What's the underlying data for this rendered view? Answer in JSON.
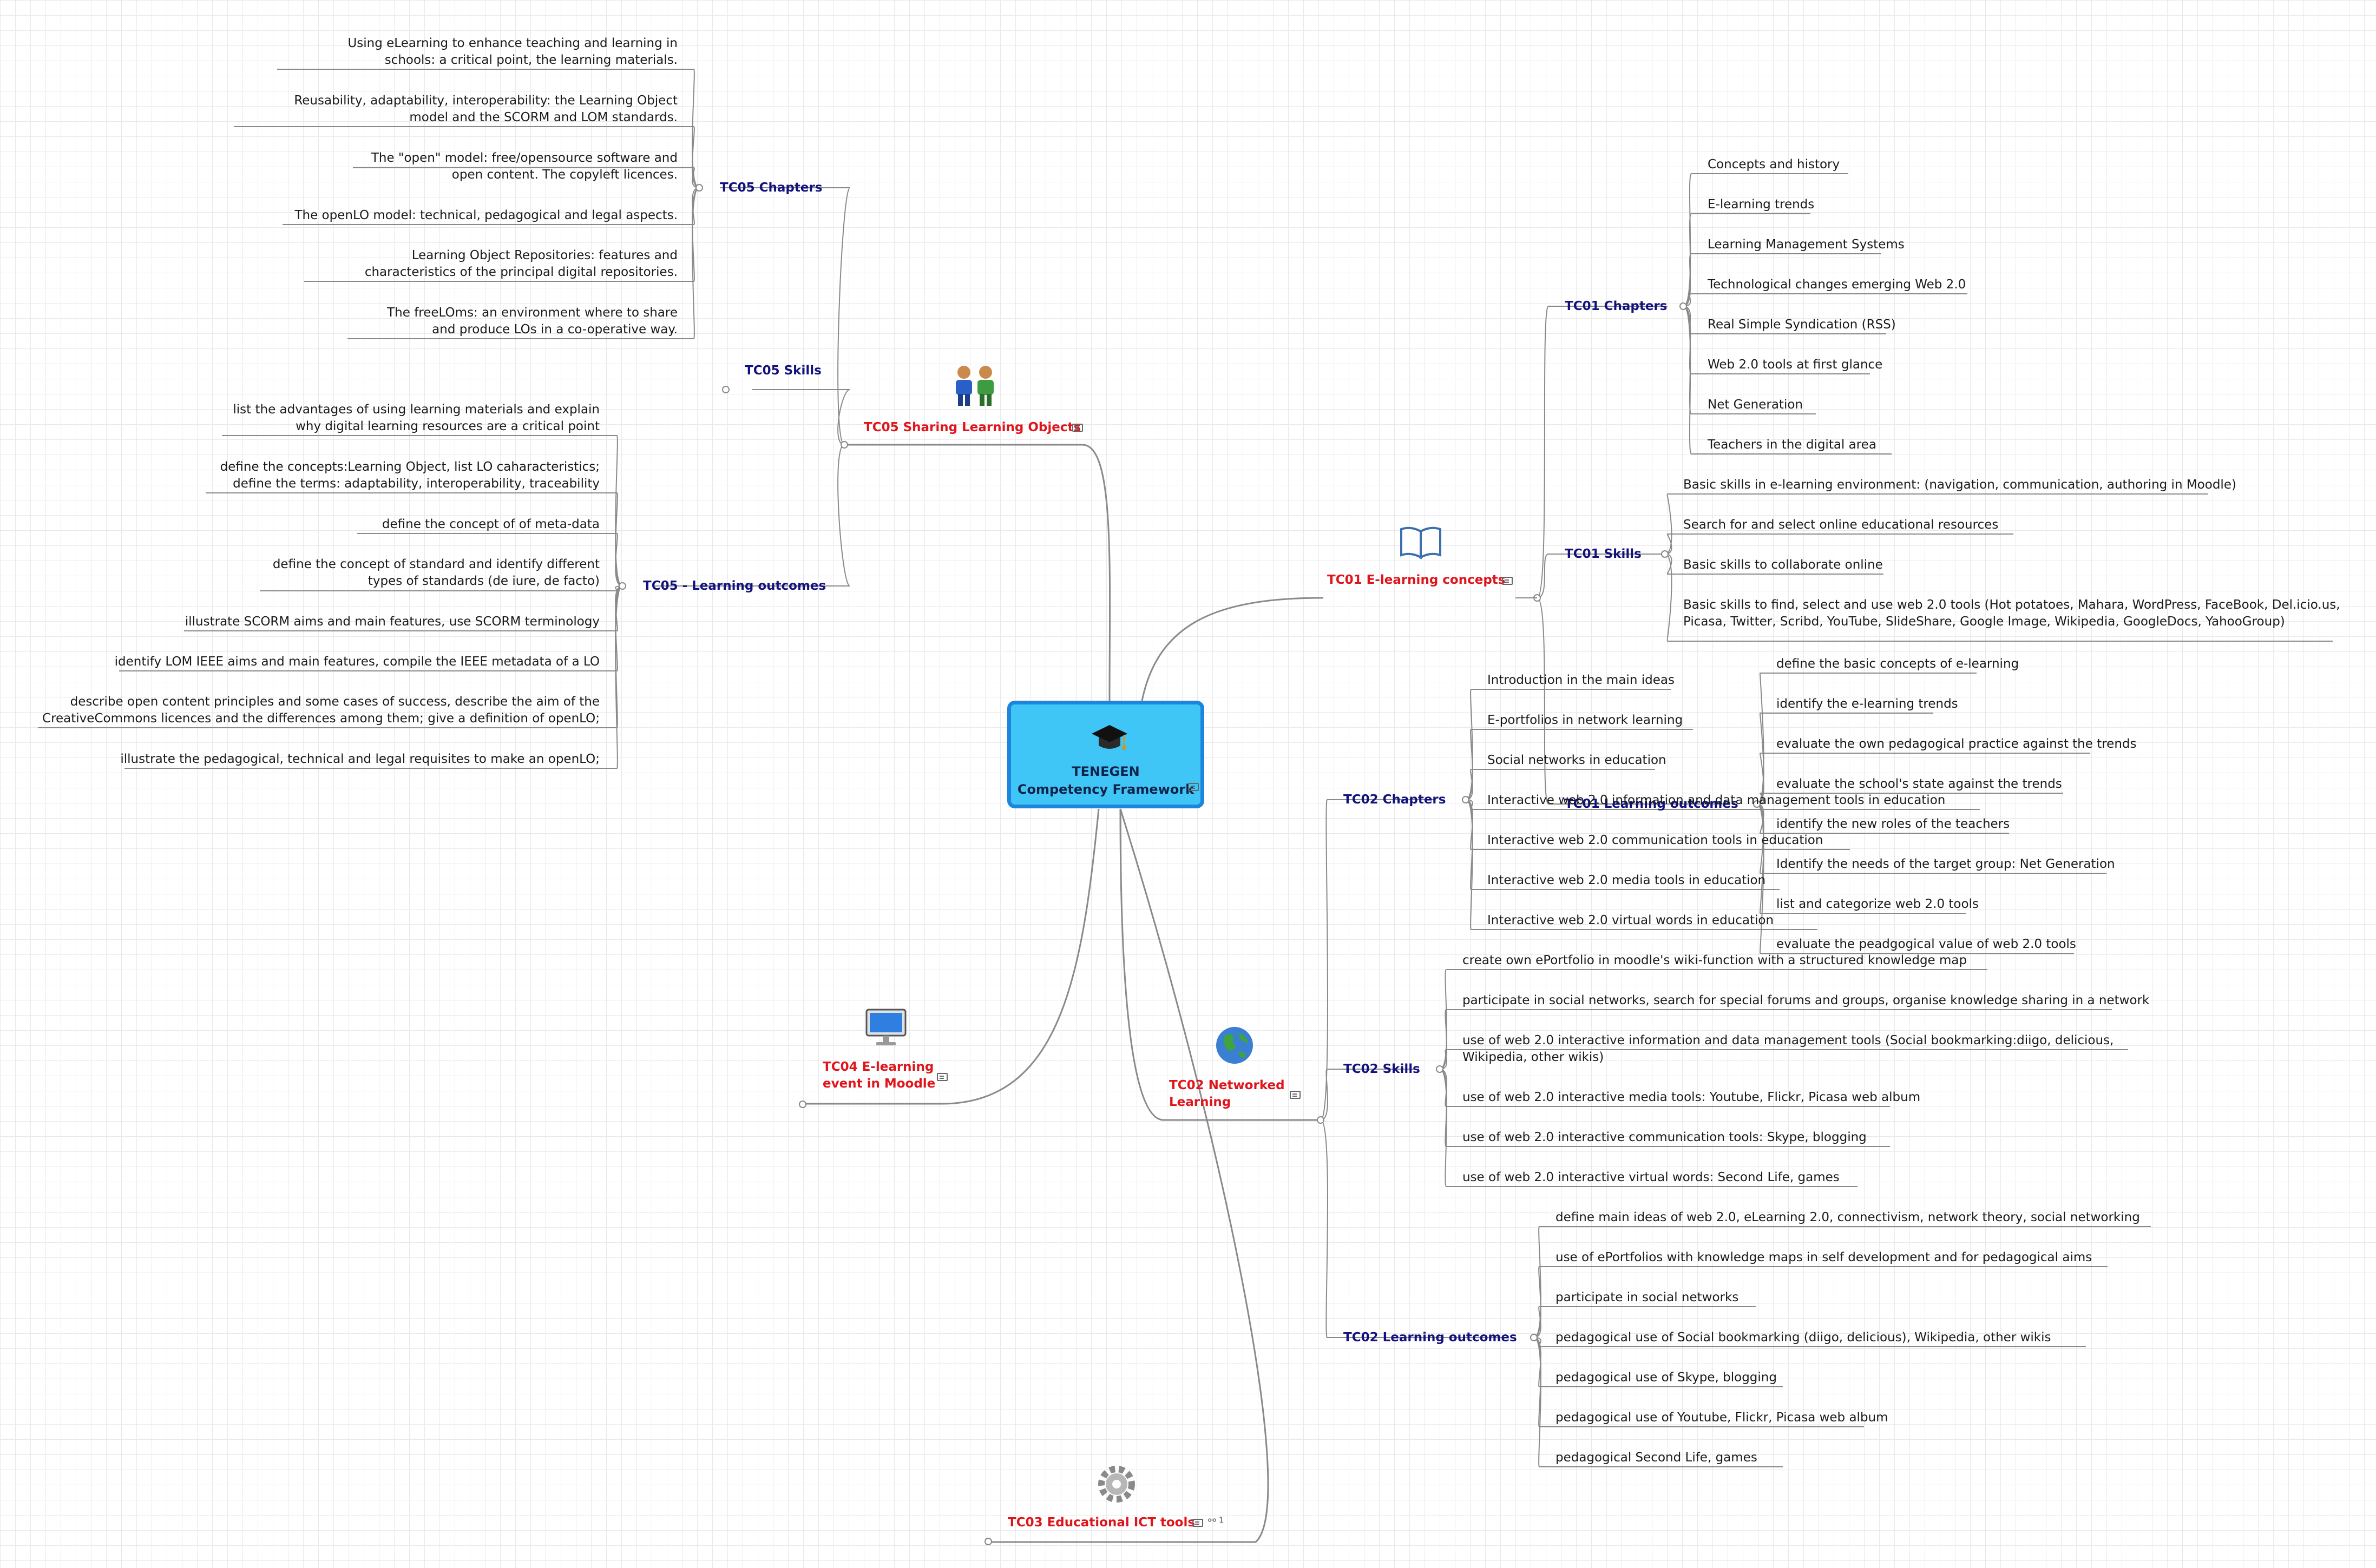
{
  "root": {
    "label": "TENEGEN\nCompetency Framework"
  },
  "tc01": {
    "title": "TC01 E-learning concepts",
    "chapters": {
      "label": "TC01 Chapters",
      "items": [
        "Concepts and history",
        "E-learning trends",
        "Learning Management Systems",
        "Technological changes emerging Web 2.0",
        "Real Simple Syndication (RSS)",
        "Web 2.0 tools at first glance",
        "Net Generation",
        "Teachers in the digital area"
      ]
    },
    "skills": {
      "label": "TC01 Skills",
      "items": [
        "Basic skills in e-learning environment: (navigation, communication, authoring in Moodle)",
        "Search for and select online educational resources",
        "Basic skills to collaborate online",
        "Basic skills to find, select and use web 2.0 tools (Hot potatoes, Mahara, WordPress, FaceBook, Del.icio.us,\nPicasa, Twitter, Scribd, YouTube, SlideShare, Google Image, Wikipedia, GoogleDocs, YahooGroup)"
      ]
    },
    "outcomes": {
      "label": "TC01 Learning outcomes",
      "items": [
        "define the basic concepts of e-learning",
        "identify the e-learning trends",
        "evaluate the own pedagogical practice against the trends",
        "evaluate the school's state against the trends",
        "identify the new roles of the teachers",
        "Identify the needs of the target group: Net Generation",
        "list and categorize web 2.0 tools",
        "evaluate the peadgogical value of web 2.0 tools"
      ]
    }
  },
  "tc02": {
    "title": "TC02 Networked\nLearning",
    "chapters": {
      "label": "TC02 Chapters",
      "items": [
        "Introduction in the main ideas",
        "E-portfolios in network learning",
        "Social networks in education",
        "Interactive web 2.0 information and data management tools in education",
        "Interactive web 2.0 communication tools in education",
        "Interactive web 2.0 media tools in education",
        "Interactive web 2.0 virtual words in education"
      ]
    },
    "skills": {
      "label": "TC02 Skills",
      "items": [
        "create own ePortfolio in moodle's wiki-function with a structured knowledge map",
        "participate in social networks, search for special forums and groups, organise knowledge sharing in a network",
        "use of web 2.0 interactive information and data management tools (Social bookmarking:diigo, delicious,\nWikipedia, other wikis)",
        "use of web 2.0 interactive media tools: Youtube, Flickr, Picasa web album",
        "use of web 2.0 interactive communication tools: Skype, blogging",
        "use of web 2.0 interactive virtual words: Second Life, games"
      ]
    },
    "outcomes": {
      "label": "TC02 Learning outcomes",
      "items": [
        "define main ideas of web 2.0, eLearning 2.0, connectivism, network theory, social networking",
        "use of ePortfolios with knowledge maps in self development and for pedagogical aims",
        "participate in social networks",
        "pedagogical use of Social bookmarking (diigo, delicious), Wikipedia, other wikis",
        "pedagogical use of Skype, blogging",
        "pedagogical use of Youtube, Flickr, Picasa web album",
        "pedagogical Second Life, games"
      ]
    }
  },
  "tc03": {
    "title": "TC03 Educational ICT tools",
    "link_count": "1"
  },
  "tc04": {
    "title": "TC04 E-learning\nevent in Moodle"
  },
  "tc05": {
    "title": "TC05 Sharing Learning Objects",
    "chapters": {
      "label": "TC05 Chapters",
      "items": [
        "Using eLearning to enhance teaching and learning in\nschools: a critical point, the learning materials.",
        "Reusability, adaptability, interoperability: the Learning Object\nmodel and the SCORM and LOM standards.",
        "The \"open\" model: free/opensource software and\nopen content. The copyleft licences.",
        "The openLO model: technical, pedagogical and legal aspects.",
        "Learning Object Repositories: features and\ncharacteristics of the principal digital repositories.",
        "The freeLOms: an environment where to share\nand produce LOs in a co-operative way."
      ]
    },
    "skills": {
      "label": "TC05 Skills"
    },
    "outcomes": {
      "label": "TC05 - Learning outcomes",
      "items": [
        "list the advantages of using learning materials and explain\nwhy digital learning resources are a critical point",
        "define the concepts:Learning Object, list LO caharacteristics;\ndefine the terms: adaptability, interoperability, traceability",
        "define the concept of of meta-data",
        "define the concept of standard and identify different\ntypes of standards (de iure, de facto)",
        "illustrate SCORM aims and main features, use SCORM terminology",
        "identify LOM IEEE aims and main features, compile the IEEE metadata of a LO",
        "describe open content principles and some cases of success, describe the aim of the\nCreativeCommons licences and the differences among them; give a definition of openLO;",
        "illustrate the pedagogical, technical and legal requisites to make an openLO;"
      ]
    }
  },
  "icons": {
    "root": "graduation-cap-icon",
    "tc01": "book-icon",
    "tc02": "globe-icon",
    "tc03": "gear-icon",
    "tc04": "monitor-icon",
    "tc05": "people-icon",
    "notes": "note-icon",
    "link": "link-icon"
  },
  "colors": {
    "main_topic": "#e0141b",
    "sub_topic": "#12127e",
    "root_fill": "#3fc6f7",
    "root_border": "#1d86dc",
    "connector": "#8a8a8a"
  }
}
